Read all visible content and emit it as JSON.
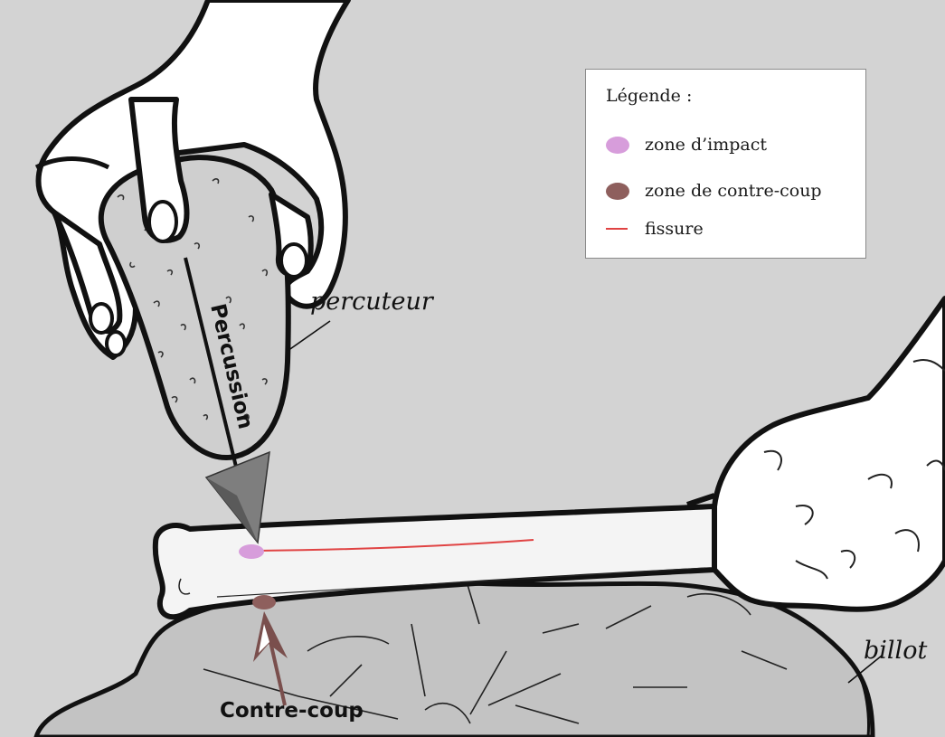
{
  "legend": {
    "title": "Légende :",
    "items": [
      {
        "label": "zone d’impact",
        "color": "#d79ddb",
        "kind": "dot"
      },
      {
        "label": "zone de contre-coup",
        "color": "#8e5f5d",
        "kind": "dot"
      },
      {
        "label": "fissure",
        "color": "#e04343",
        "kind": "line"
      }
    ]
  },
  "labels": {
    "percuteur": "percuteur",
    "percussion": "Percussion",
    "contre_coup": "Contre-coup",
    "billot": "billot"
  },
  "colors": {
    "background": "#d3d3d3",
    "outline": "#111111",
    "stone": "#cfcfcf",
    "bone": "#f4f4f4",
    "skin": "#ffffff",
    "anvil": "#c4c4c4"
  }
}
